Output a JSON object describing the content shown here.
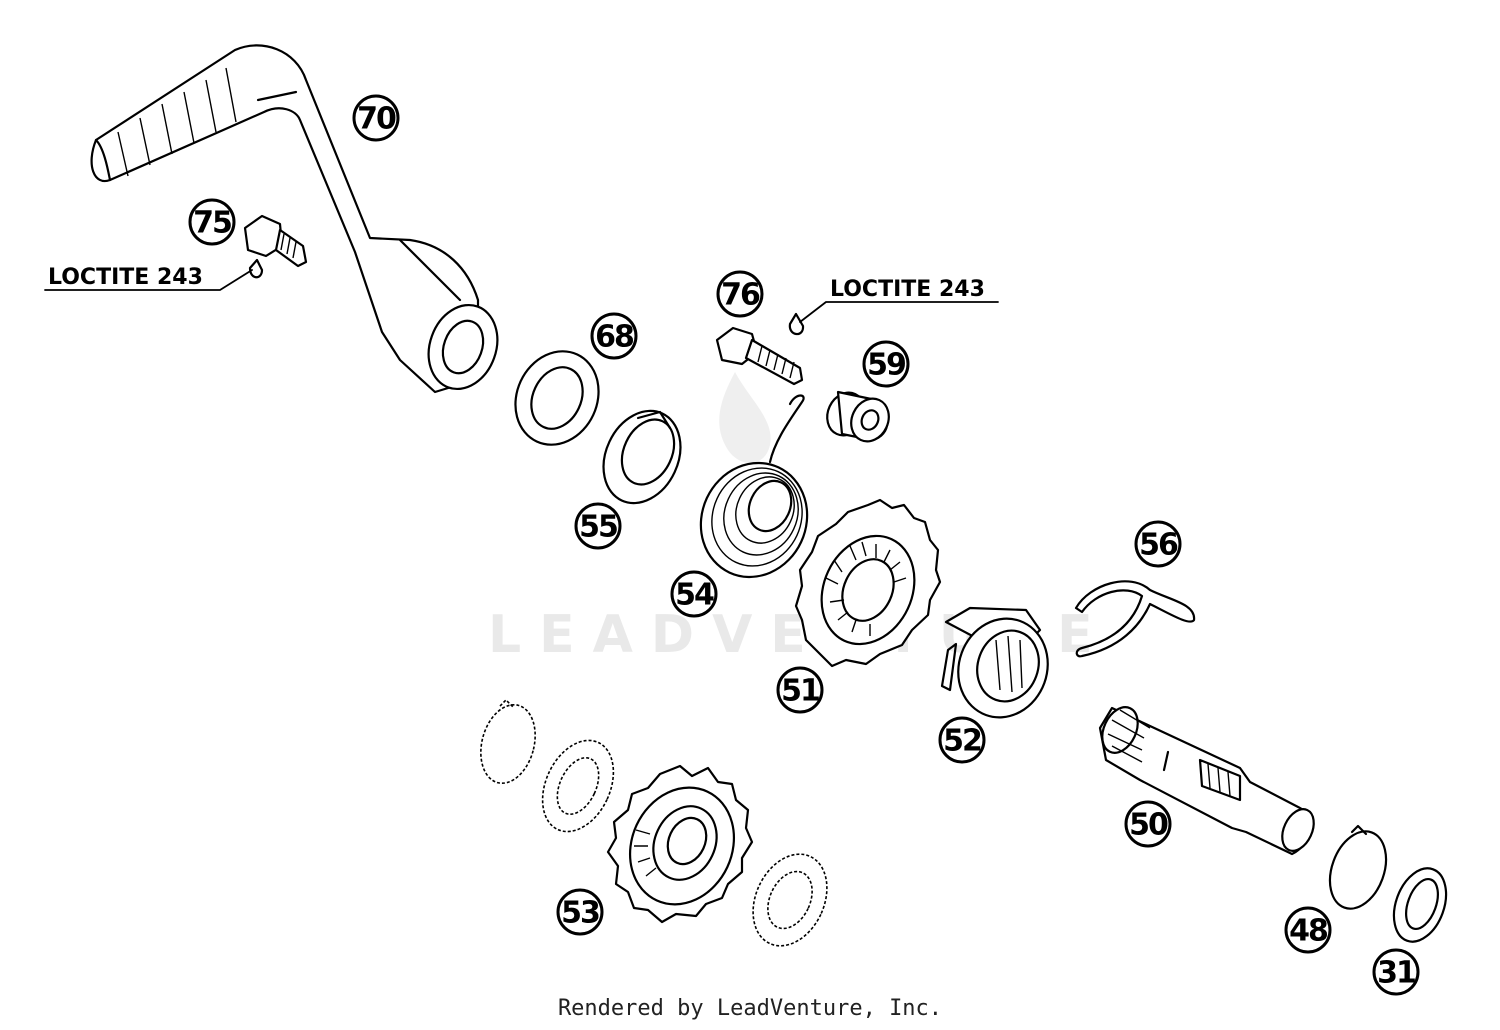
{
  "diagram": {
    "callouts": [
      "70",
      "75",
      "68",
      "76",
      "59",
      "55",
      "54",
      "51",
      "56",
      "52",
      "50",
      "53",
      "48",
      "31"
    ],
    "notes": [
      "LOCTITE 243",
      "LOCTITE 243"
    ]
  },
  "watermark": "LEADVENTURE",
  "footer": "Rendered by LeadVenture, Inc."
}
